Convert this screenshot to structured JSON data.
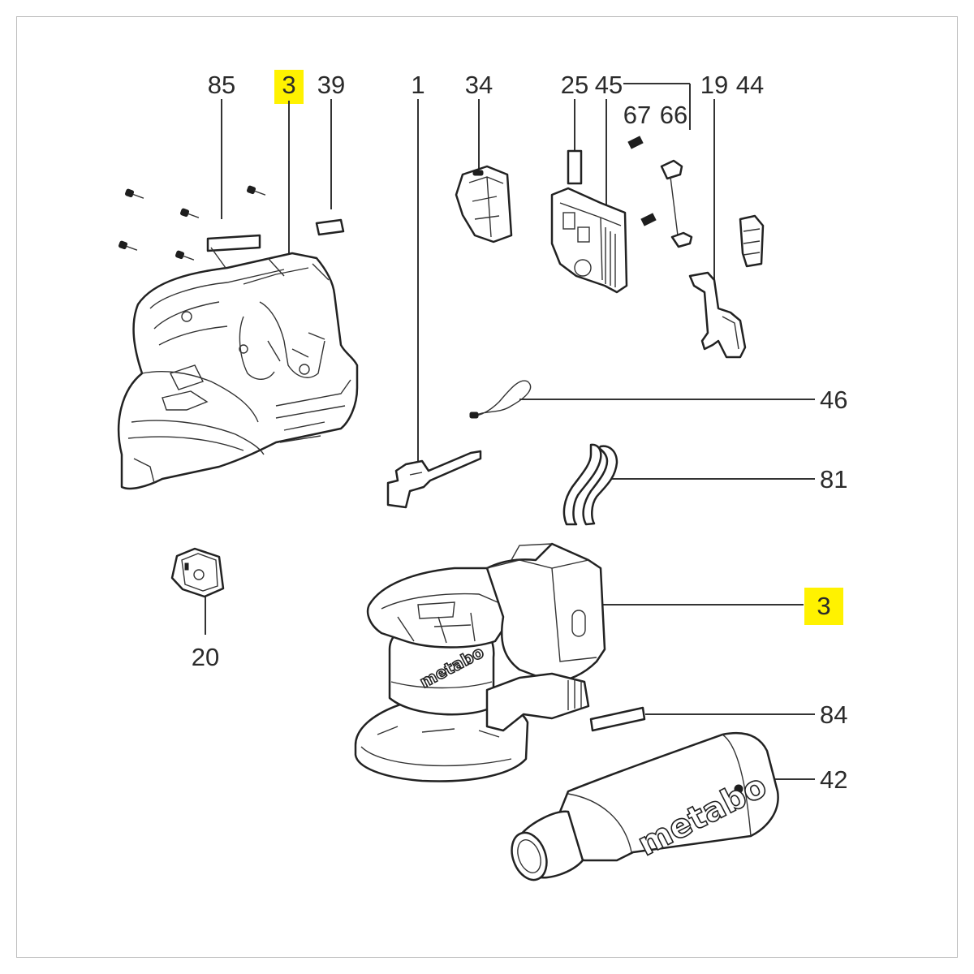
{
  "diagram": {
    "labels": [
      "85",
      "3",
      "39",
      "1",
      "34",
      "25",
      "45",
      "67",
      "66",
      "19",
      "44",
      "46",
      "81",
      "20",
      "3",
      "84",
      "42"
    ],
    "brand_text": "metabo",
    "highlight_color": "#fff200"
  }
}
